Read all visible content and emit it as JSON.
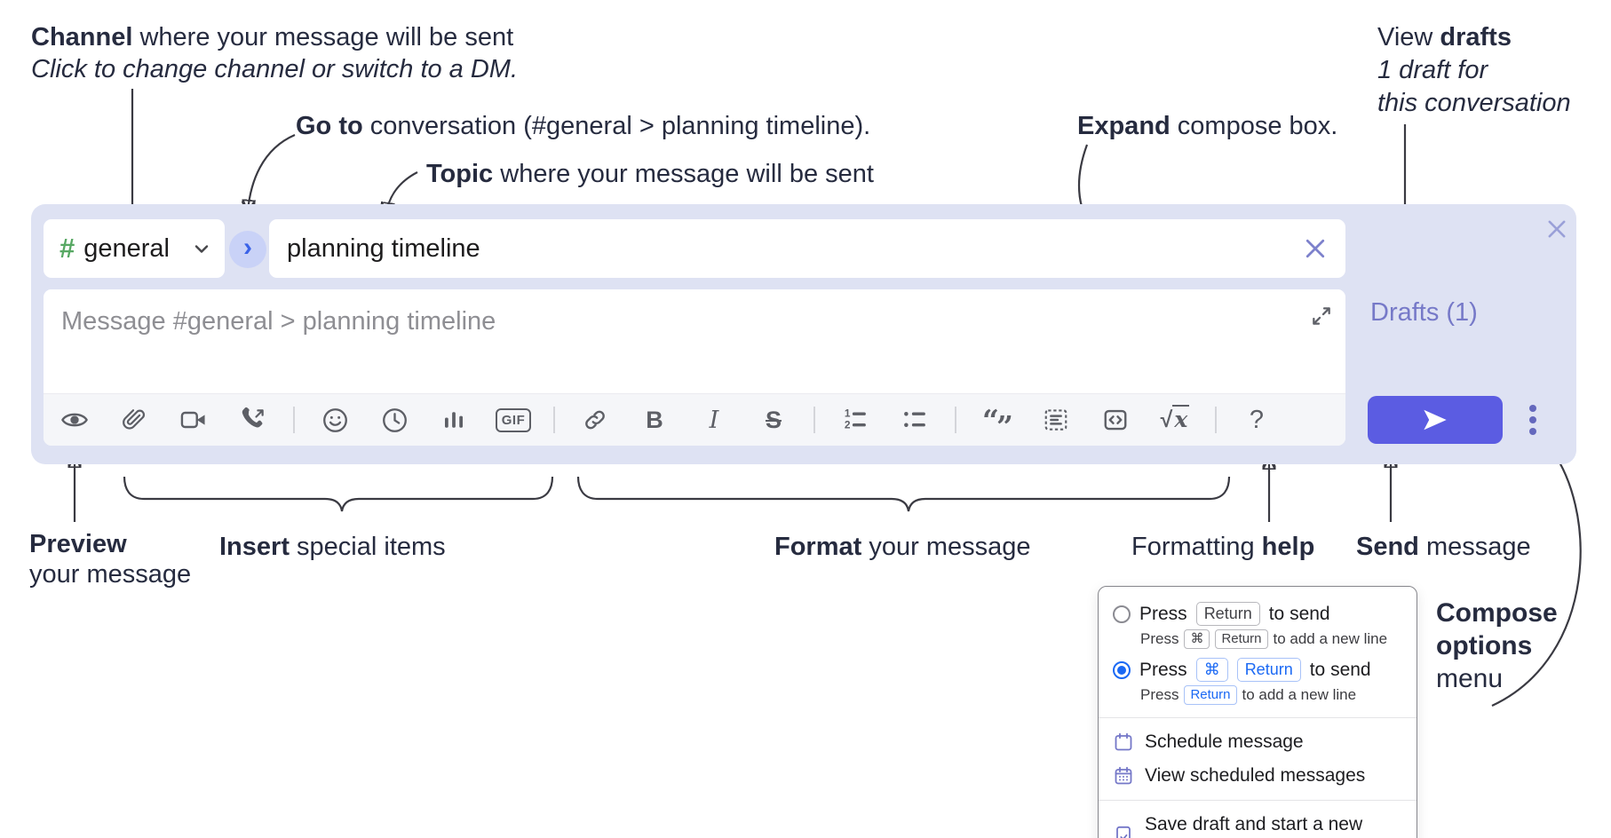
{
  "annotations": {
    "channel": {
      "bold": "Channel",
      "rest": " where your message will be sent",
      "line2": "Click to change channel or switch to a DM."
    },
    "goto": {
      "bold": "Go to",
      "rest": " conversation (#general > planning timeline)."
    },
    "topic": {
      "bold": "Topic",
      "rest": " where your message will be sent"
    },
    "expand": {
      "bold": "Expand",
      "rest": " compose box."
    },
    "view_drafts": {
      "pre": "View ",
      "bold": "drafts",
      "line2": "1 draft for",
      "line3": "this conversation"
    },
    "preview": {
      "bold": "Preview",
      "line2": "your message"
    },
    "insert": {
      "bold": "Insert",
      "rest": " special items"
    },
    "format": {
      "bold": "Format",
      "rest": " your message"
    },
    "help": {
      "pre": "Formatting ",
      "bold": "help"
    },
    "send": {
      "bold": "Send",
      "rest": " message"
    },
    "compose": {
      "line1": "Compose",
      "line2": "options",
      "line3": "menu"
    }
  },
  "composer": {
    "channel": {
      "hash": "#",
      "name": "general"
    },
    "goto_chevron": "›",
    "topic_value": "planning timeline",
    "message_placeholder": "Message #general > planning timeline",
    "drafts_label": "Drafts (1)",
    "toolbar": {
      "gif": "GIF",
      "bold": "B",
      "italic": "I",
      "strike": "S",
      "sqrt": "√",
      "sqrt_x": "x",
      "quote_open": "“",
      "quote_close": "”",
      "help": "?",
      "icon_names": [
        "preview-eye",
        "attach-paperclip",
        "video-camera",
        "audio-call",
        "emoji-smiley",
        "clock-later",
        "poll-bar-chart",
        "gif",
        "link",
        "bold",
        "italic",
        "strikethrough",
        "ordered-list",
        "bulleted-list",
        "blockquote",
        "code-block",
        "code",
        "formula-sqrt",
        "help"
      ]
    }
  },
  "menu": {
    "option1": {
      "press": "Press",
      "key1": "Return",
      "after": "to send",
      "sub_press": "Press",
      "sub_key1": "⌘",
      "sub_key2": "Return",
      "sub_after": "to add a new line",
      "selected": false
    },
    "option2": {
      "press": "Press",
      "key1": "⌘",
      "key2": "Return",
      "after": "to send",
      "sub_press": "Press",
      "sub_key1": "Return",
      "sub_after": "to add a new line",
      "selected": true
    },
    "items": [
      {
        "label": "Schedule message",
        "icon": "calendar-icon"
      },
      {
        "label": "View scheduled messages",
        "icon": "calendar-grid-icon"
      },
      {
        "label": "Save draft and start a new message",
        "icon": "draft-check-icon"
      }
    ]
  },
  "colors": {
    "panel_lavender": "#dee2f3",
    "send_purple": "#5b5ce2",
    "link_purple": "#7679c8",
    "accent_blue": "#1b69f4",
    "hash_green": "#57a863",
    "icon_gray": "#5d5f66"
  }
}
